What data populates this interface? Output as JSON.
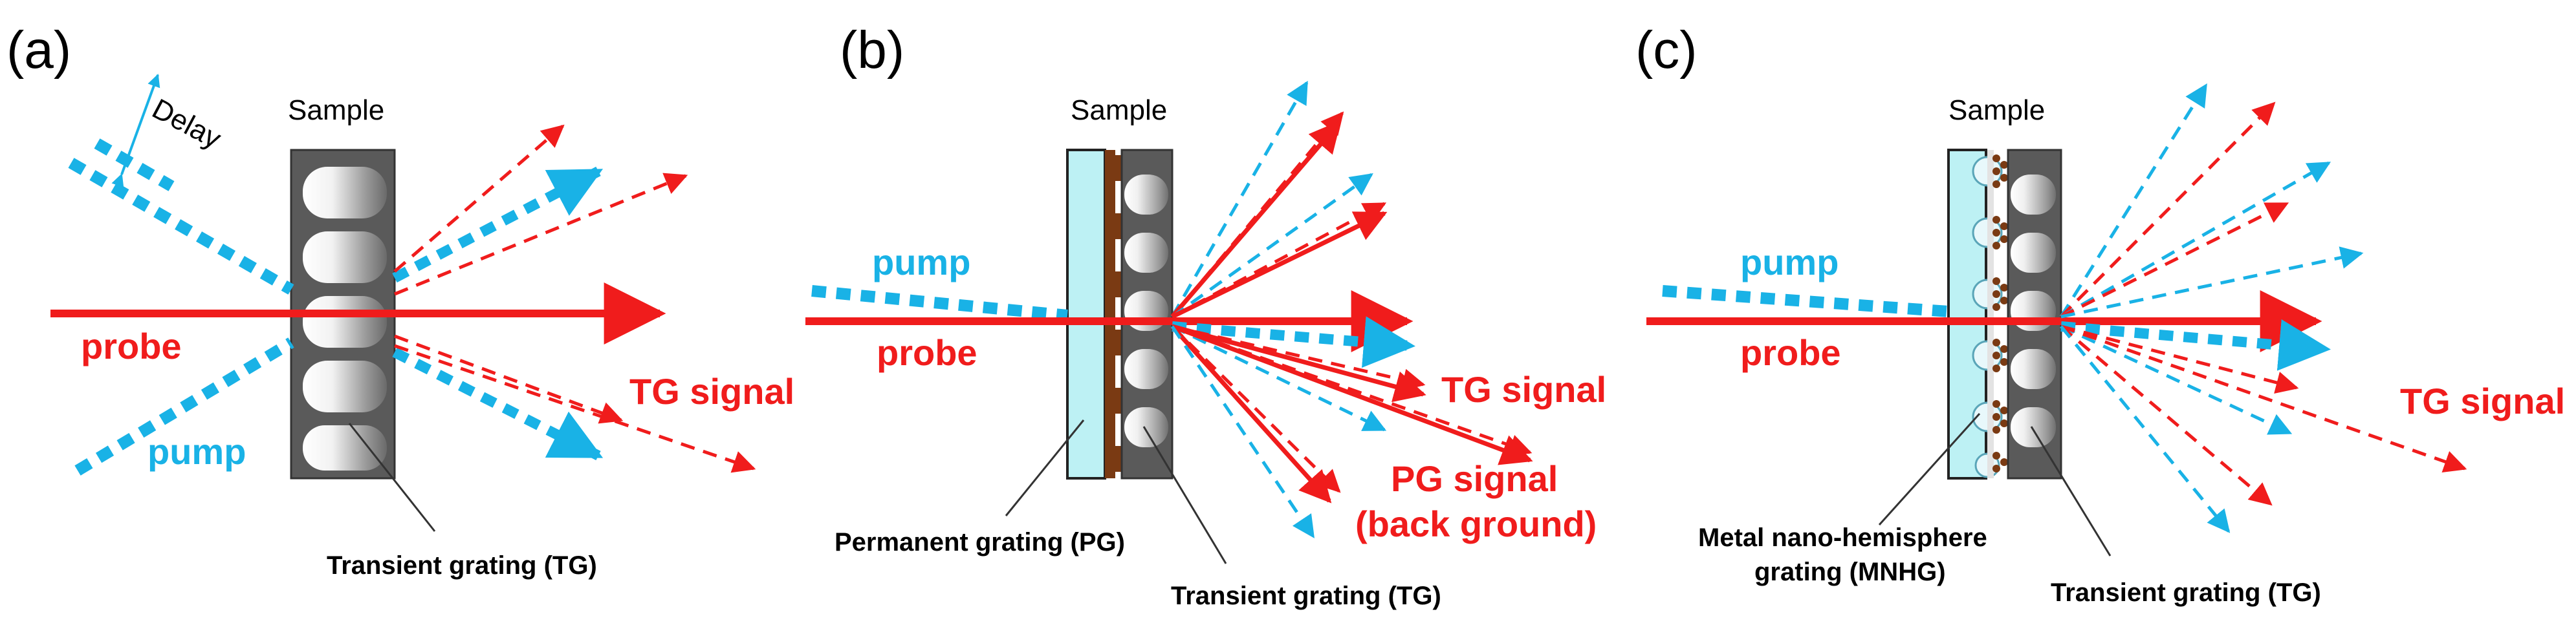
{
  "colors": {
    "pump": "#19b2e6",
    "probe": "#f01c1c",
    "label": "#000000",
    "glass": "#bdf1f4",
    "metal": "#7a3a13"
  },
  "panels": [
    {
      "id": "a",
      "label": "(a)",
      "sample_label": "Sample",
      "delay_label": "Delay",
      "pump_label_upper": "",
      "pump_label_lower": "pump",
      "probe_label": "probe",
      "tg_signal_label": "TG signal",
      "pointer_labels": [
        "Transient grating (TG)"
      ]
    },
    {
      "id": "b",
      "label": "(b)",
      "sample_label": "Sample",
      "pump_label": "pump",
      "probe_label": "probe",
      "tg_signal_label": "TG signal",
      "pg_signal_label": "PG signal",
      "pg_signal_sublabel": "(back ground)",
      "pointer_labels": [
        "Permanent grating (PG)",
        "Transient grating (TG)"
      ]
    },
    {
      "id": "c",
      "label": "(c)",
      "sample_label": "Sample",
      "pump_label": "pump",
      "probe_label": "probe",
      "tg_signal_label": "TG signal",
      "pointer_labels": [
        "Metal nano-hemisphere",
        "grating (MNHG)",
        "Transient grating (TG)"
      ]
    }
  ]
}
